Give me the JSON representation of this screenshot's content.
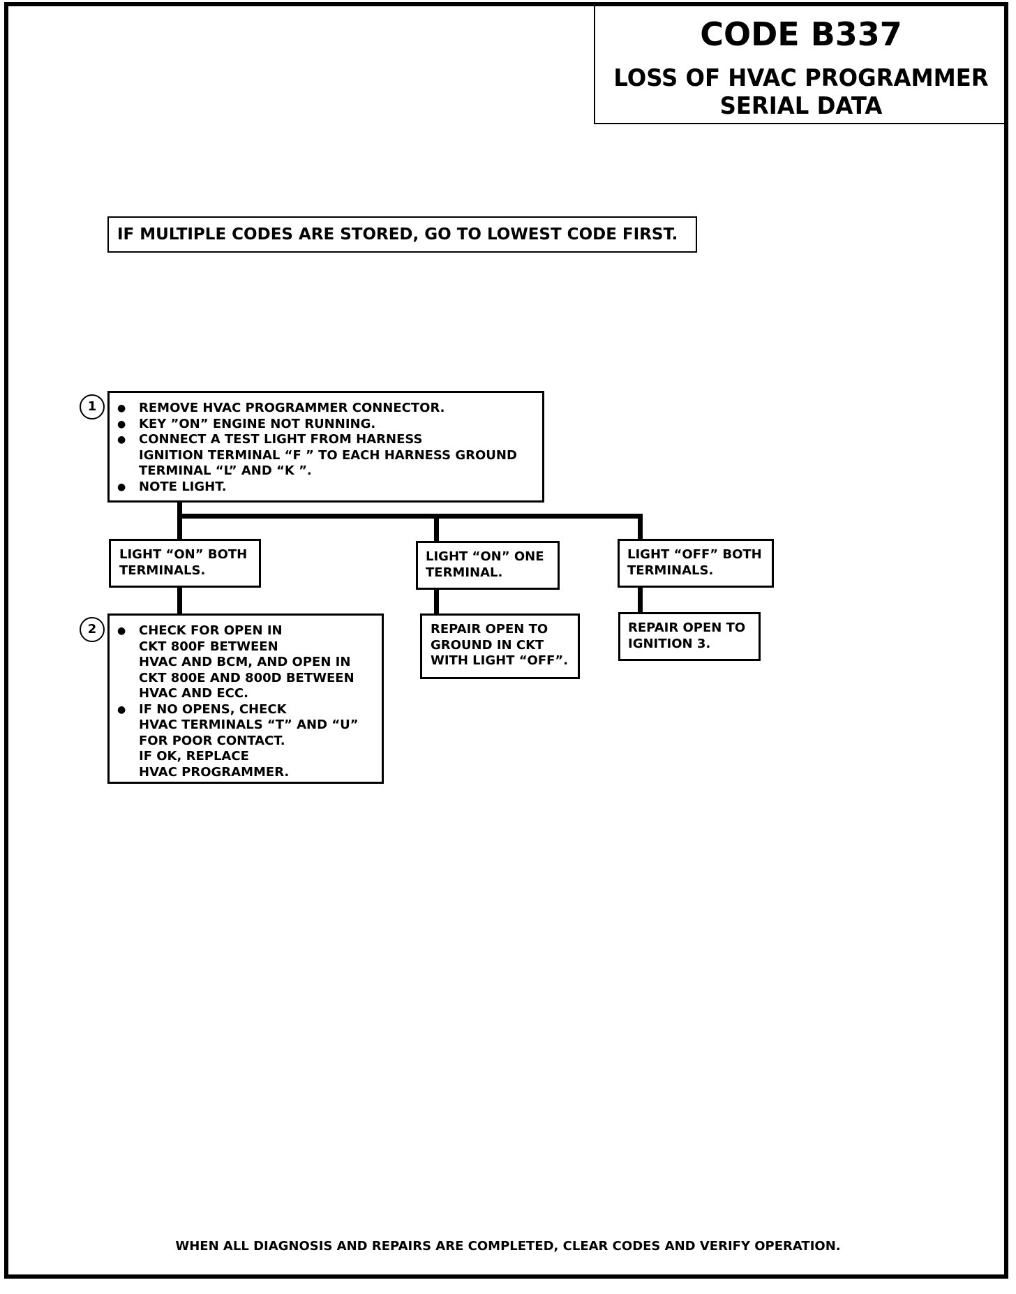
{
  "title": {
    "code": "CODE B337",
    "line1": "LOSS OF HVAC PROGRAMMER",
    "line2": "SERIAL DATA"
  },
  "note": "IF MULTIPLE CODES ARE STORED, GO TO LOWEST CODE  FIRST.",
  "step1": {
    "number": "1",
    "bullets": [
      [
        "REMOVE HVAC PROGRAMMER CONNECTOR."
      ],
      [
        "KEY ”ON” ENGINE NOT RUNNING."
      ],
      [
        "CONNECT A TEST LIGHT FROM HARNESS",
        "IGNITION TERMINAL “F ” TO EACH HARNESS GROUND",
        "TERMINAL “L” AND “K ”."
      ],
      [
        "NOTE LIGHT."
      ]
    ]
  },
  "branches": [
    {
      "condition": [
        "LIGHT “ON” BOTH",
        "TERMINALS."
      ]
    },
    {
      "condition": [
        "LIGHT “ON” ONE",
        "TERMINAL."
      ],
      "action": [
        "REPAIR OPEN TO",
        "GROUND IN CKT",
        "WITH LIGHT “OFF”."
      ]
    },
    {
      "condition": [
        "LIGHT “OFF” BOTH",
        "TERMINALS."
      ],
      "action": [
        "REPAIR OPEN TO",
        "IGNITION 3."
      ]
    }
  ],
  "step2": {
    "number": "2",
    "bullets": [
      [
        "CHECK FOR OPEN IN",
        "CKT 800F BETWEEN",
        "HVAC AND BCM, AND OPEN IN",
        "CKT 800E AND 800D BETWEEN",
        "HVAC AND ECC."
      ],
      [
        "IF NO OPENS, CHECK",
        "HVAC TERMINALS “T” AND “U”",
        "FOR POOR CONTACT.",
        "IF OK, REPLACE",
        "HVAC PROGRAMMER."
      ]
    ]
  },
  "footer": "WHEN ALL DIAGNOSIS AND REPAIRS ARE COMPLETED, CLEAR CODES AND VERIFY OPERATION."
}
